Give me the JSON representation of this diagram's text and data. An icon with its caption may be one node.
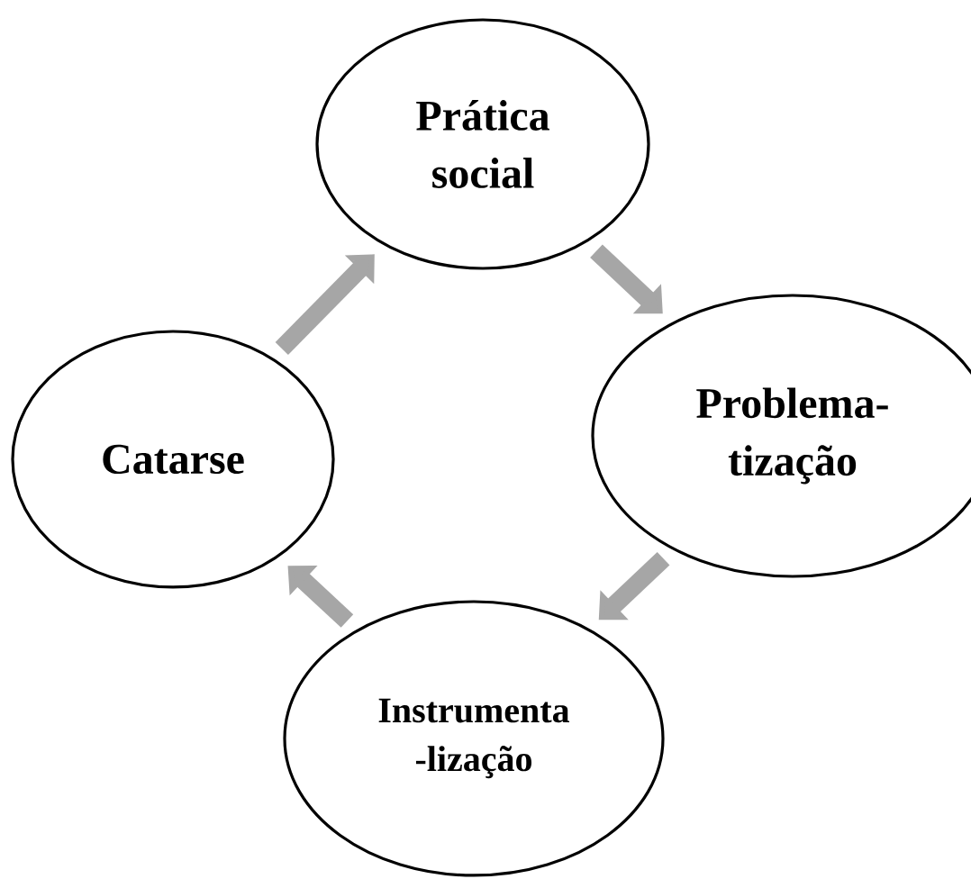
{
  "diagram": {
    "nodes": [
      {
        "text": [
          "Prática social"
        ]
      },
      {
        "text": [
          "Problema- tização"
        ]
      },
      {
        "text": [
          "Instrumenta -lização"
        ]
      },
      {
        "text": [
          "Catarse"
        ]
      }
    ],
    "edges": [
      {
        "from": 0,
        "to": 1,
        "arrow": "to"
      },
      {
        "from": 1,
        "to": 2,
        "arrow": "to"
      },
      {
        "from": 2,
        "to": 3,
        "arrow": "to"
      },
      {
        "from": 3,
        "to": 0,
        "arrow": "to"
      }
    ]
  }
}
